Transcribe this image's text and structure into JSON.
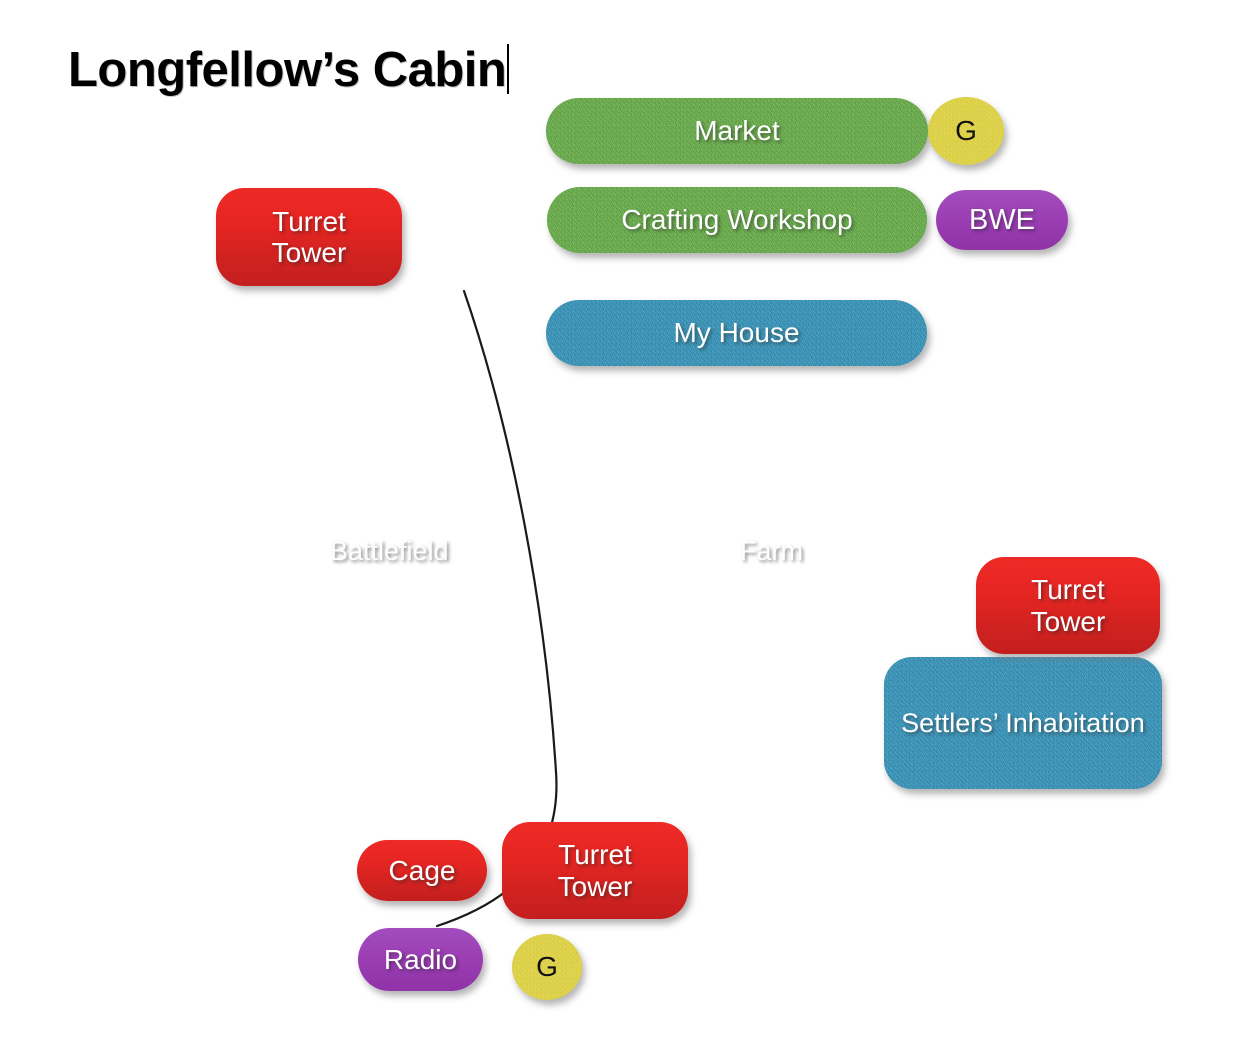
{
  "page": {
    "title": "Longfellow’s Cabin",
    "background_color": "#ffffff"
  },
  "palette": {
    "green": "#6aa94f",
    "blue": "#3e92b5",
    "purple": "#9a3cb2",
    "yellow": "#ddd14a",
    "red": "#e52522",
    "text_light": "#ffffff",
    "text_dark": "#000000",
    "connector": "#1a1a1a"
  },
  "zones": [
    {
      "name": "battlefield",
      "label": "Battlefield"
    },
    {
      "name": "farm",
      "label": "Farm"
    }
  ],
  "nodes": [
    {
      "id": "turret-tower-top-left",
      "label": "Turret\nTower",
      "line1": "Turret",
      "line2": "Tower",
      "color": "red",
      "shape": "rrect"
    },
    {
      "id": "market",
      "label": "Market",
      "color": "green",
      "shape": "pill"
    },
    {
      "id": "market-badge",
      "label": "G",
      "color": "yellow",
      "shape": "circle"
    },
    {
      "id": "crafting-workshop",
      "label": "Crafting Workshop",
      "color": "green",
      "shape": "pill"
    },
    {
      "id": "crafting-badge",
      "label": "BWE",
      "color": "purple",
      "shape": "pill"
    },
    {
      "id": "my-house",
      "label": "My House",
      "color": "blue",
      "shape": "pill"
    },
    {
      "id": "turret-tower-right",
      "label": "Turret\nTower",
      "line1": "Turret",
      "line2": "Tower",
      "color": "red",
      "shape": "rrect"
    },
    {
      "id": "settlers-inhabitation",
      "label": "Settlers’ Inhabitation",
      "color": "blue",
      "shape": "rrect"
    },
    {
      "id": "cage",
      "label": "Cage",
      "color": "red",
      "shape": "pill"
    },
    {
      "id": "turret-tower-bottom",
      "label": "Turret\nTower",
      "line1": "Turret",
      "line2": "Tower",
      "color": "red",
      "shape": "rrect"
    },
    {
      "id": "radio",
      "label": "Radio",
      "color": "purple",
      "shape": "pill"
    },
    {
      "id": "radio-badge",
      "label": "G",
      "color": "yellow",
      "shape": "circle"
    }
  ]
}
